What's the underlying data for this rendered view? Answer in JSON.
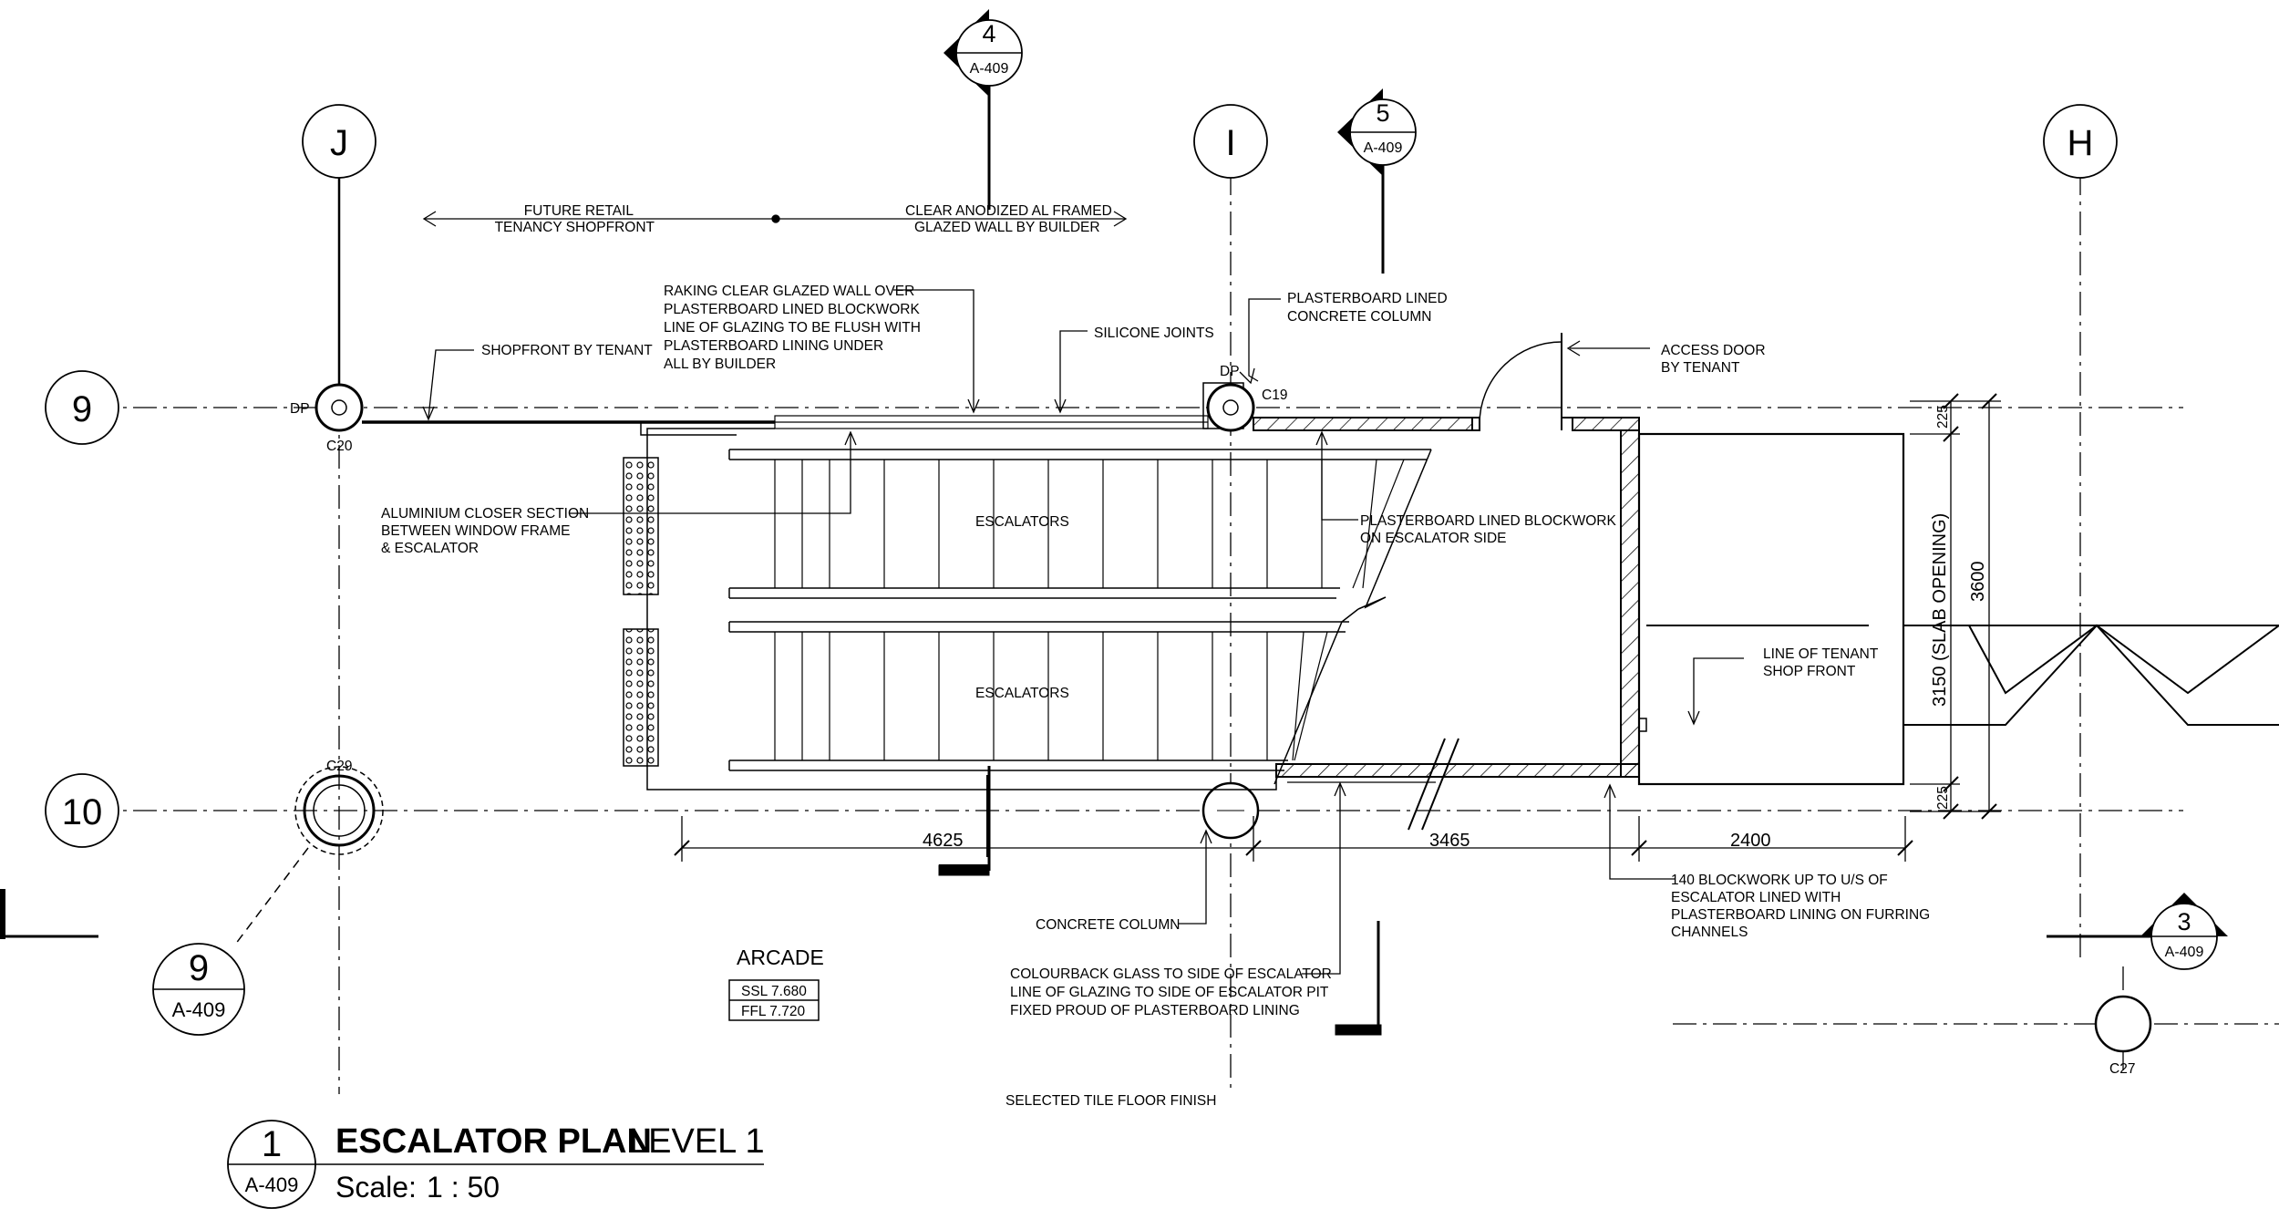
{
  "drawing": {
    "grid_labels": {
      "j": "J",
      "i": "I",
      "h": "H",
      "nine": "9",
      "ten": "10"
    },
    "columns": {
      "c20": "C20",
      "c19": "C19",
      "c29": "C29",
      "c27": "C27",
      "dp1": "DP",
      "dp2": "DP"
    },
    "section_markers": [
      {
        "number": "4",
        "sheet": "A-409"
      },
      {
        "number": "5",
        "sheet": "A-409"
      },
      {
        "number": "3",
        "sheet": "A-409"
      },
      {
        "number": "9",
        "sheet": "A-409"
      }
    ],
    "notes": {
      "future_retail": [
        "FUTURE RETAIL",
        "TENANCY SHOPFRONT"
      ],
      "clear_anodized": [
        "CLEAR ANODIZED AL FRAMED",
        "GLAZED WALL BY BUILDER"
      ],
      "raking": [
        "RAKING CLEAR GLAZED WALL OVER",
        "PLASTERBOARD LINED BLOCKWORK",
        "LINE OF GLAZING TO BE FLUSH WITH",
        "PLASTERBOARD LINING UNDER",
        "ALL BY BUILDER"
      ],
      "silicone": "SILICONE JOINTS",
      "pb_column": [
        "PLASTERBOARD LINED",
        "CONCRETE COLUMN"
      ],
      "access_door": [
        "ACCESS DOOR",
        "BY TENANT"
      ],
      "shopfront_tenant": "SHOPFRONT BY TENANT",
      "aluminium": [
        "ALUMINIUM CLOSER SECTION",
        "BETWEEN WINDOW FRAME",
        "& ESCALATOR"
      ],
      "pb_blockwork": [
        "PLASTERBOARD LINED BLOCKWORK",
        "ON ESCALATOR SIDE"
      ],
      "line_tenant": [
        "LINE OF TENANT",
        "SHOP FRONT"
      ],
      "concrete_column": "CONCRETE COLUMN",
      "blockwork_140": [
        "140 BLOCKWORK UP TO U/S OF",
        "ESCALATOR LINED WITH",
        "PLASTERBOARD LINING ON FURRING",
        "CHANNELS"
      ],
      "colourback": [
        "COLOURBACK GLASS TO SIDE OF ESCALATOR",
        "LINE OF GLAZING TO SIDE OF ESCALATOR PIT",
        "FIXED PROUD OF PLASTERBOARD LINING"
      ],
      "tile": "SELECTED TILE FLOOR FINISH",
      "escalator_top": "ESCALATORS",
      "escalator_bottom": "ESCALATORS"
    },
    "arcade": {
      "label": "ARCADE",
      "ssl": "SSL 7.680",
      "ffl": "FFL 7.720"
    },
    "dimensions": {
      "d4625": "4625",
      "d3465": "3465",
      "d2400": "2400",
      "d225a": "225",
      "d225b": "225",
      "d3600": "3600",
      "d3150": "3150 (SLAB OPENING)"
    },
    "title_block": {
      "number": "1",
      "sheet": "A-409",
      "title": "ESCALATOR PLAN",
      "level": "LEVEL 1",
      "scale_label": "Scale:",
      "scale_value": "1 : 50"
    }
  }
}
